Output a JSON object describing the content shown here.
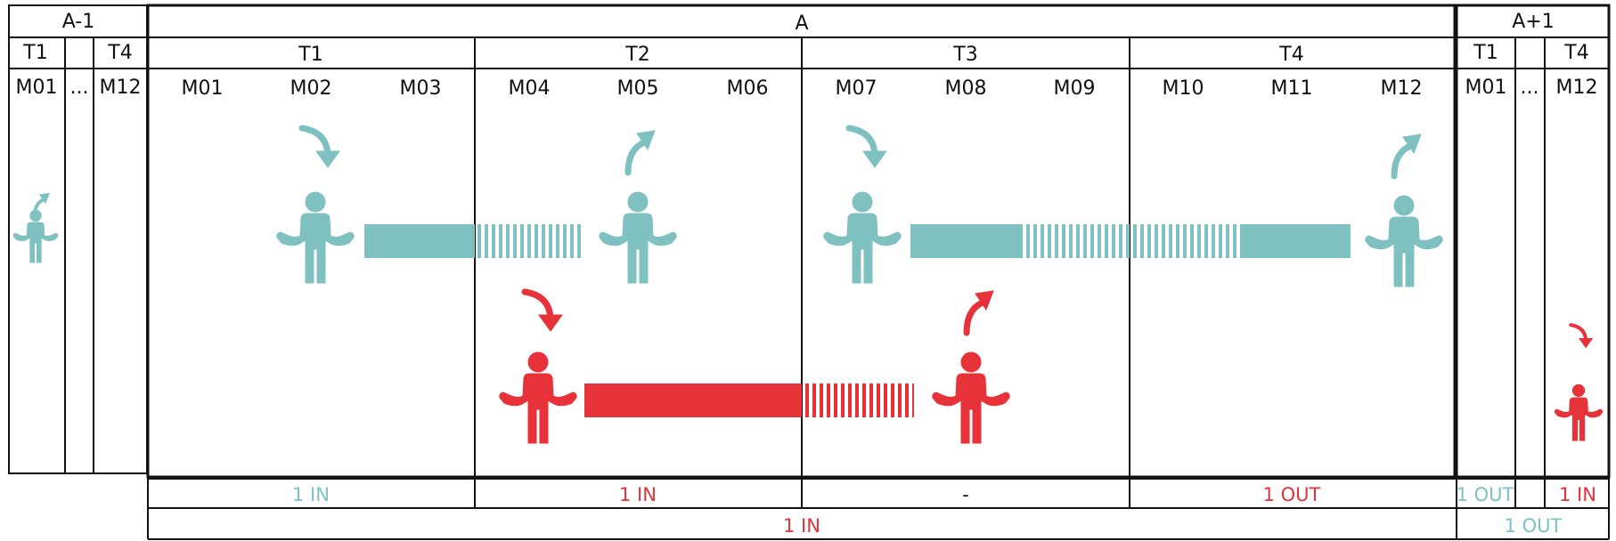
{
  "colors": {
    "teal": "#7fc1c1",
    "red": "#e8323a",
    "line": "#111111"
  },
  "prev_year": {
    "label": "A-1",
    "quarters": [
      "T1",
      "T4"
    ],
    "months": [
      "M01",
      "...",
      "M12"
    ]
  },
  "year": {
    "label": "A",
    "quarters": [
      "T1",
      "T2",
      "T3",
      "T4"
    ],
    "months": [
      "M01",
      "M02",
      "M03",
      "M04",
      "M05",
      "M06",
      "M07",
      "M08",
      "M09",
      "M10",
      "M11",
      "M12"
    ]
  },
  "next_year": {
    "label": "A+1",
    "quarters": [
      "T1",
      "T4"
    ],
    "months": [
      "M01",
      "...",
      "M12"
    ]
  },
  "quarter_results": [
    {
      "text": "1 IN",
      "color": "teal"
    },
    {
      "text": "1 IN",
      "color": "red"
    },
    {
      "text": "-",
      "color": "dark"
    },
    {
      "text": "1 OUT",
      "color": "red"
    }
  ],
  "next_quarter_results": [
    {
      "text": "1 OUT",
      "color": "teal"
    },
    {
      "text": "1 IN",
      "color": "red"
    }
  ],
  "year_result": {
    "text": "1 IN",
    "color": "red"
  },
  "next_year_result": {
    "text": "1 OUT",
    "color": "teal"
  },
  "icons": {
    "person": "person-icon",
    "arrival": "curved-arrow-down-icon",
    "departure": "curved-arrow-up-icon"
  }
}
